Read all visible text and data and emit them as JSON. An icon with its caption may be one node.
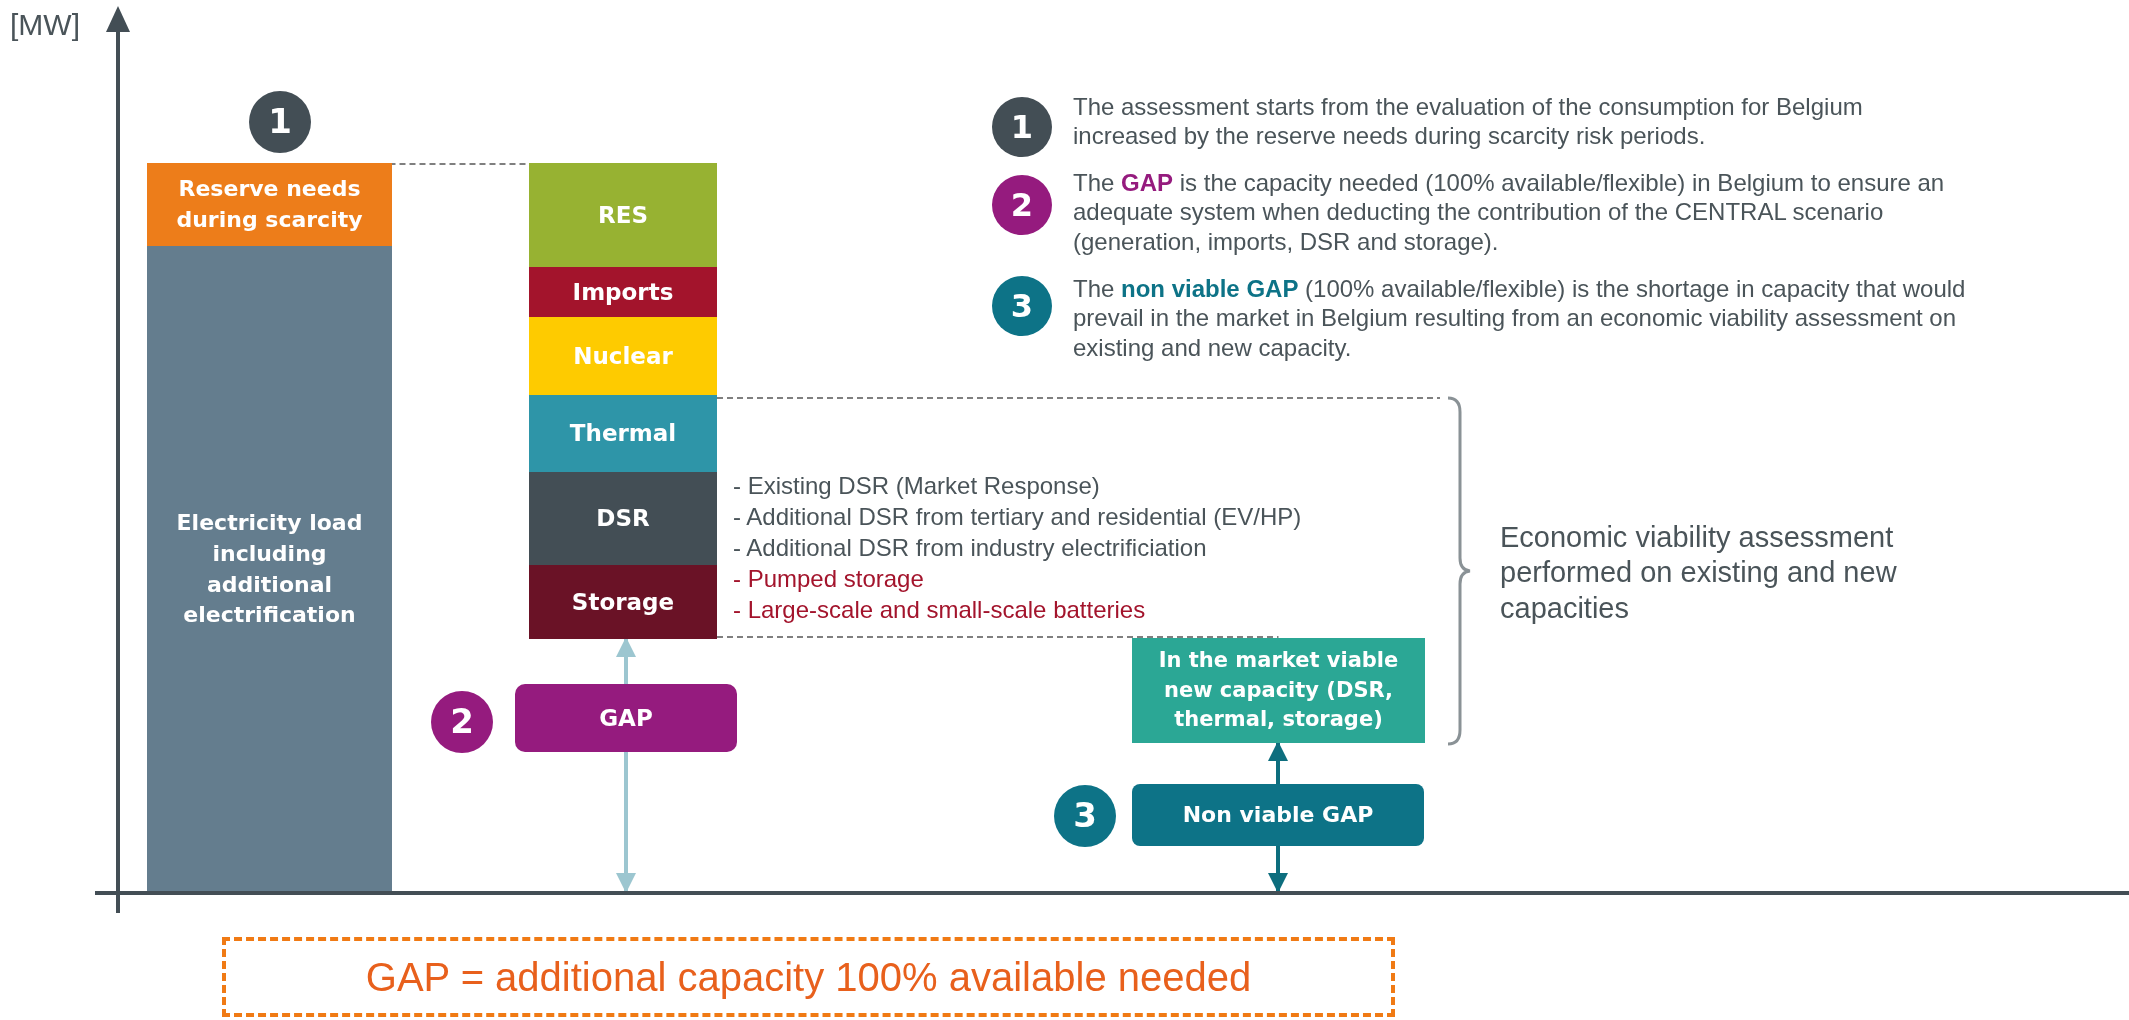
{
  "diagram": {
    "nodes": [
      {
        "text": [
          "1"
        ]
      },
      {
        "text": [
          "Reserve needs during scarcity"
        ]
      },
      {
        "text": [
          "Electricity load including additional electrification"
        ]
      },
      {
        "text": [
          "RES"
        ]
      },
      {
        "text": [
          "Imports"
        ]
      },
      {
        "text": [
          "Nuclear"
        ]
      },
      {
        "text": [
          "Thermal"
        ]
      },
      {
        "text": [
          "DSR"
        ]
      },
      {
        "text": [
          "Storage"
        ]
      },
      {
        "text": [
          "1"
        ],
        "beside": [
          "The assessment starts from the evaluation of the consumption for Belgium increased by the reserve needs during scarcity risk periods."
        ]
      },
      {
        "text": [
          "2"
        ],
        "beside": [
          "The **GAP** is the capacity needed (100% available/flexible) in Belgium to ensure an adequate system when deducting the contribution of the CENTRAL scenario (generation, imports, DSR and storage)."
        ]
      },
      {
        "text": [
          "3"
        ],
        "beside": [
          "The **non viable GAP** (100% available/flexible) is the shortage in capacity that would prevail in the market in Belgium resulting from an economic viability assessment on existing and new capacity."
        ]
      },
      {
        "text": [
          "2"
        ]
      },
      {
        "text": [
          "GAP"
        ]
      },
      {
        "text": [
          "In the market viable new capacity (DSR, thermal, storage)"
        ]
      },
      {
        "text": [
          "3"
        ]
      },
      {
        "text": [
          "Non viable GAP"
        ]
      },
      {
        "text": [
          "GAP = additional capacity 100% available needed"
        ]
      },
      {
        "text": [],
        "shape": "bar"
      }
    ],
    "edges": [
      {
        "from": 13,
        "to": 8,
        "arrow": "to",
        "color": "#9cc6d0"
      },
      {
        "from": 13,
        "to": 18,
        "arrow": "to",
        "color": "#9cc6d0"
      },
      {
        "from": 16,
        "to": 14,
        "arrow": "to",
        "color": "#0d6e7e"
      },
      {
        "from": 16,
        "to": 18,
        "arrow": "to",
        "color": "#0d6e7e"
      },
      {
        "from": 1,
        "to": 3,
        "arrow": "none",
        "style": "dashed",
        "color": "#555555"
      },
      {
        "from": 8,
        "to": 14,
        "arrow": "none",
        "style": "dashed",
        "color": "#555555"
      }
    ],
    "labels": [
      "[MW]",
      "- Existing DSR (Market Response)",
      "- Additional DSR from tertiary and residential (EV/HP)",
      "- Additional DSR from industry electrificiation",
      "- Pumped storage",
      "- Large-scale and small-scale batteries",
      "Economic viability assessment performed on existing and new capacities"
    ]
  }
}
